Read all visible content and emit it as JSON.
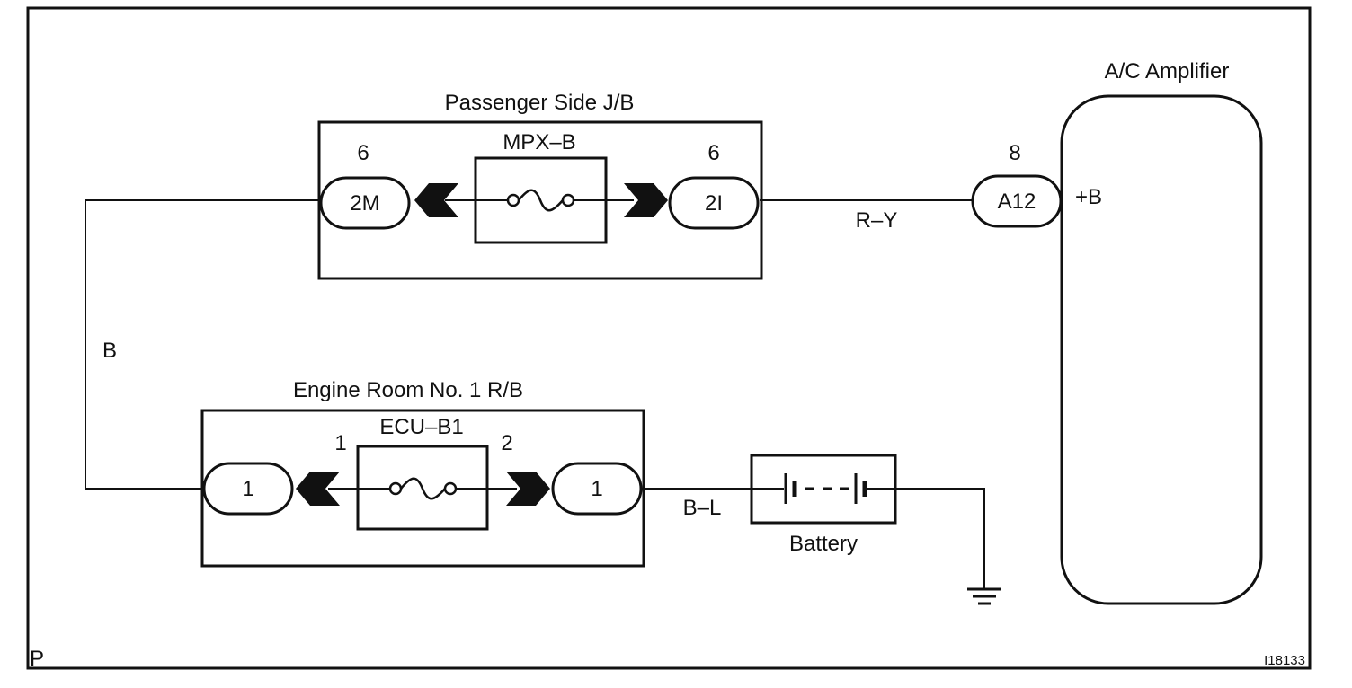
{
  "colors": {
    "ink": "#111111",
    "background": "#ffffff"
  },
  "passenger_jb": {
    "title": "Passenger Side J/B",
    "fuse_label": "MPX–B",
    "left_pin": "6",
    "left_connector": "2M",
    "right_pin": "6",
    "right_connector": "2I"
  },
  "wires": {
    "r_y": "R–Y",
    "b": "B",
    "b_l": "B–L"
  },
  "ac_amplifier": {
    "title": "A/C Amplifier",
    "pin": "8",
    "connector": "A12",
    "terminal": "+B"
  },
  "engine_rb": {
    "title": "Engine Room No. 1 R/B",
    "fuse_label": "ECU–B1",
    "fuse_pin_left": "1",
    "fuse_pin_right": "2",
    "left_connector": "1",
    "right_connector": "1"
  },
  "battery": {
    "label": "Battery"
  },
  "corner": {
    "left": "P",
    "right": "I18133"
  }
}
